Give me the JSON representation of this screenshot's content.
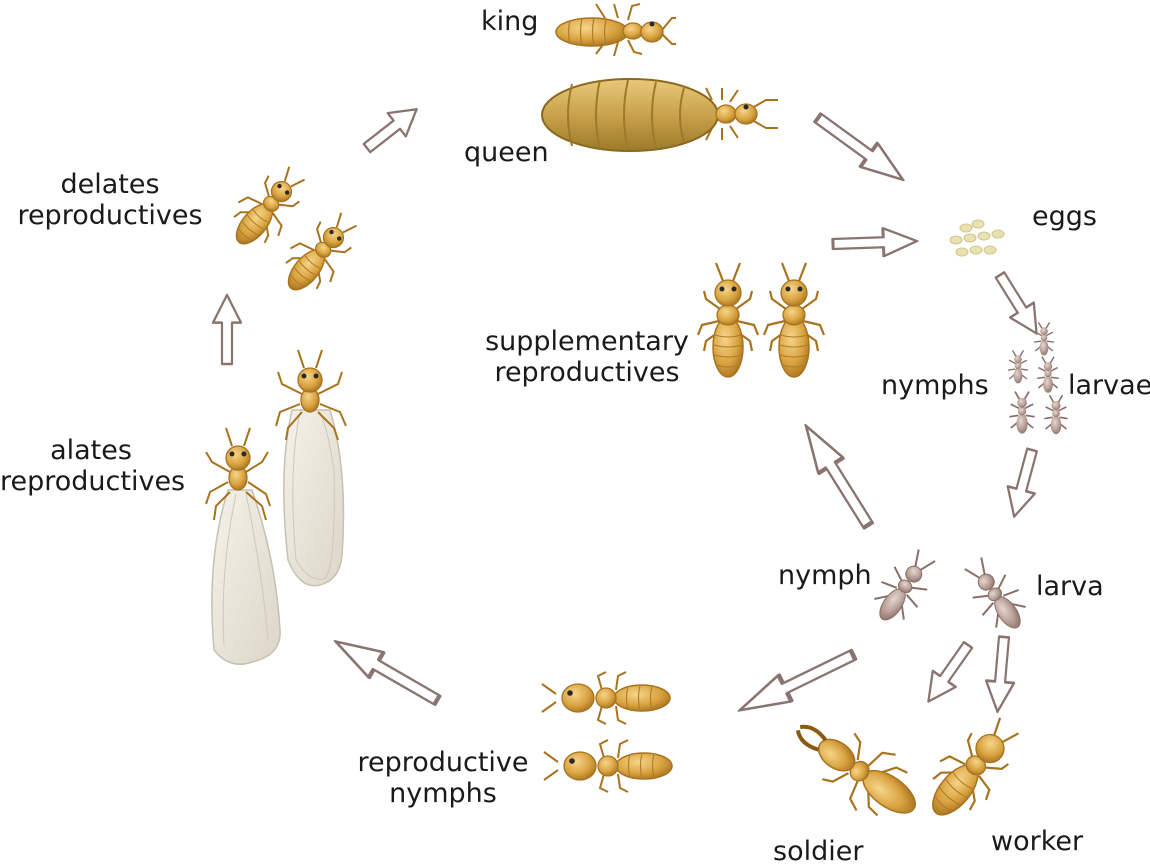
{
  "diagram": {
    "labels": {
      "king": "king",
      "queen": "queen",
      "eggs": "eggs",
      "larvae": "larvae",
      "nymphs": "nymphs",
      "larva": "larva",
      "nymph": "nymph",
      "soldier": "soldier",
      "worker": "worker",
      "supplementary": [
        "supplementary",
        "reproductives"
      ],
      "reproductive_nymphs": [
        "reproductive",
        "nymphs"
      ],
      "alates": [
        "alates",
        "reproductives"
      ],
      "delates": [
        "delates",
        "reproductives"
      ]
    },
    "colors": {
      "body": "#d9a441",
      "body_dark": "#a8731f",
      "queen_abdomen": "#c9a24a",
      "pale": "#b8a098",
      "pale_dark": "#8a7068",
      "wing": "#ece8df",
      "egg": "#e8e2b0",
      "arrow_stroke": "#8a7470"
    }
  }
}
